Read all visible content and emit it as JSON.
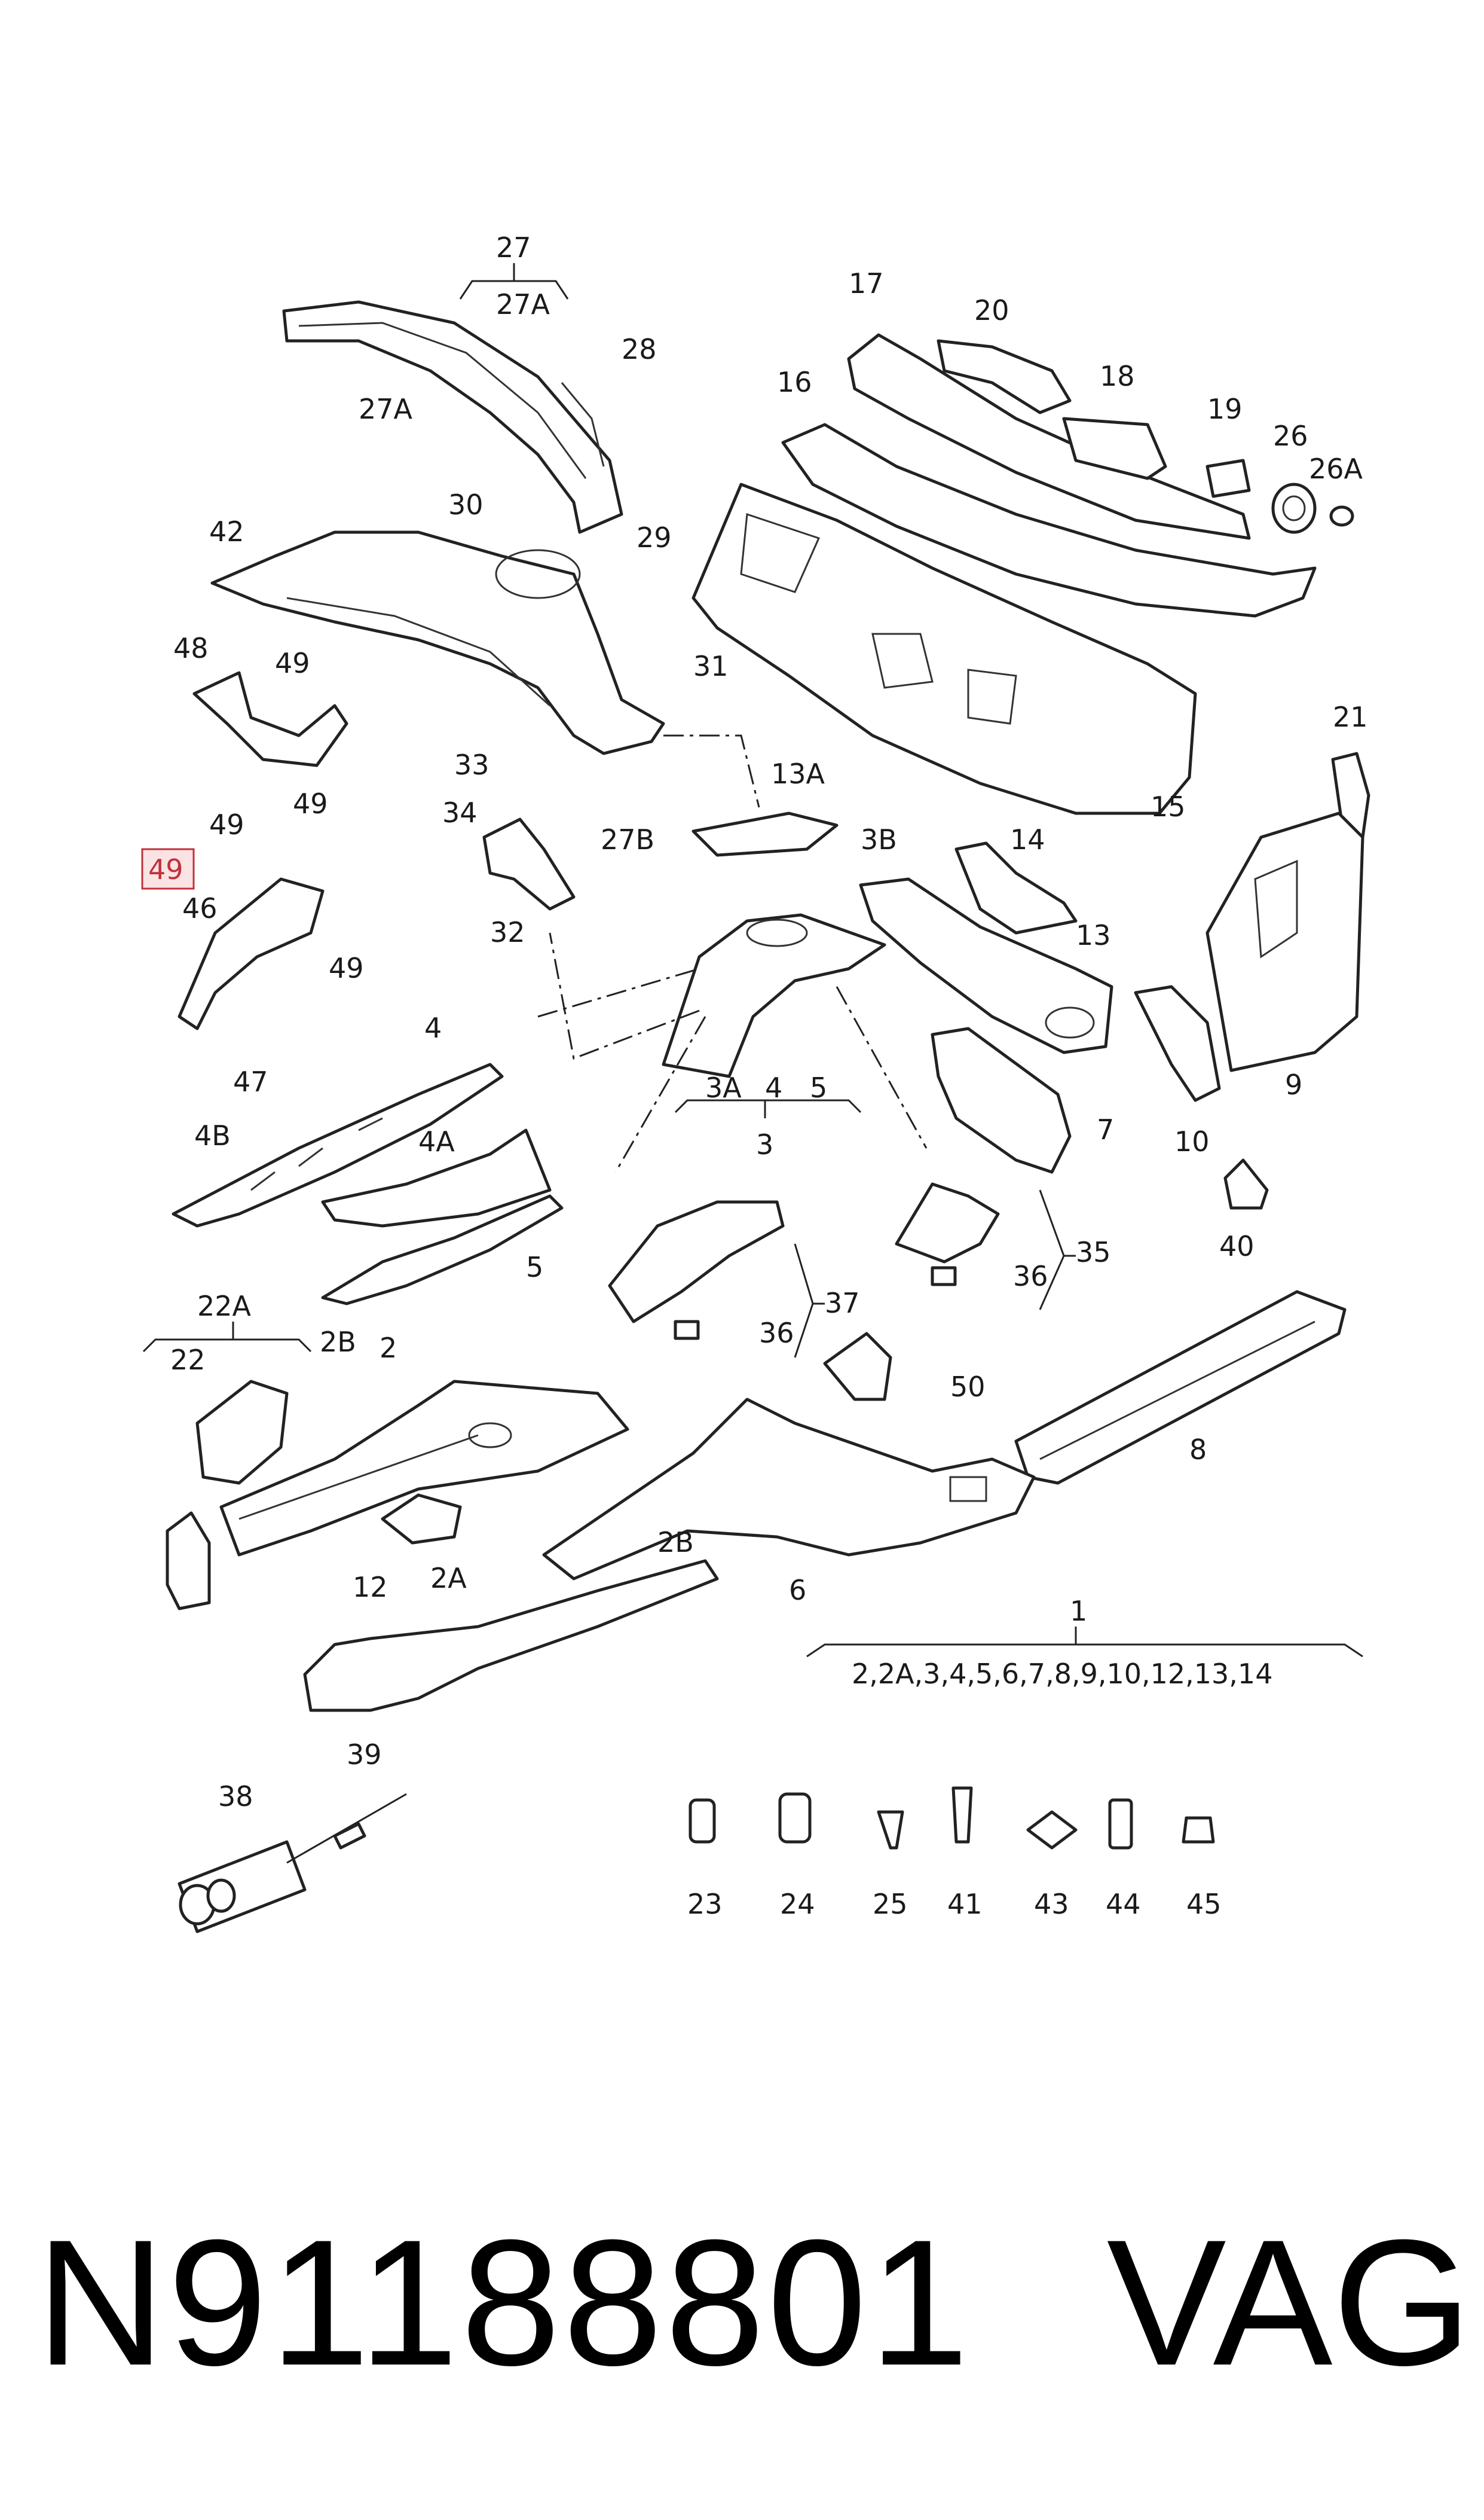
{
  "labels": {
    "l27": "27",
    "l27A": "27A",
    "l28": "28",
    "l27A_2": "27A",
    "l29": "29",
    "l30": "30",
    "l31": "31",
    "l42": "42",
    "l48": "48",
    "l49a": "49",
    "l49b": "49",
    "l49c": "49",
    "l49d": "49",
    "l49e": "49",
    "l46": "46",
    "l33": "33",
    "l34": "34",
    "l32": "32",
    "l27B": "27B",
    "l13A": "13A",
    "l3B": "3B",
    "l16": "16",
    "l17": "17",
    "l20": "20",
    "l18": "18",
    "l19": "19",
    "l26": "26",
    "l26A": "26A",
    "l15": "15",
    "l14": "14",
    "l21": "21",
    "l13": "13",
    "l9": "9",
    "l7": "7",
    "l10": "10",
    "l3A": "3A",
    "l4a": "4",
    "l5a": "5",
    "l3": "3",
    "l4": "4",
    "l47": "47",
    "l4B": "4B",
    "l4A": "4A",
    "l5": "5",
    "l35": "35",
    "l36a": "36",
    "l36b": "36",
    "l37": "37",
    "l40": "40",
    "l22A": "22A",
    "l22": "22",
    "l2B": "2B",
    "l2": "2",
    "l2A": "2A",
    "l2B_2": "2B",
    "l50": "50",
    "l8": "8",
    "l6": "6",
    "l12": "12",
    "l1": "1",
    "l1list": "2,2A,3,4,5,6,7,8,9,10,12,13,14",
    "l39": "39",
    "l38": "38",
    "l23": "23",
    "l24": "24",
    "l25": "25",
    "l41": "41",
    "l43": "43",
    "l44": "44",
    "l45": "45"
  },
  "highlight_color": "#c0323a",
  "footer": {
    "part_number": "N91188801",
    "brand": "VAG"
  }
}
